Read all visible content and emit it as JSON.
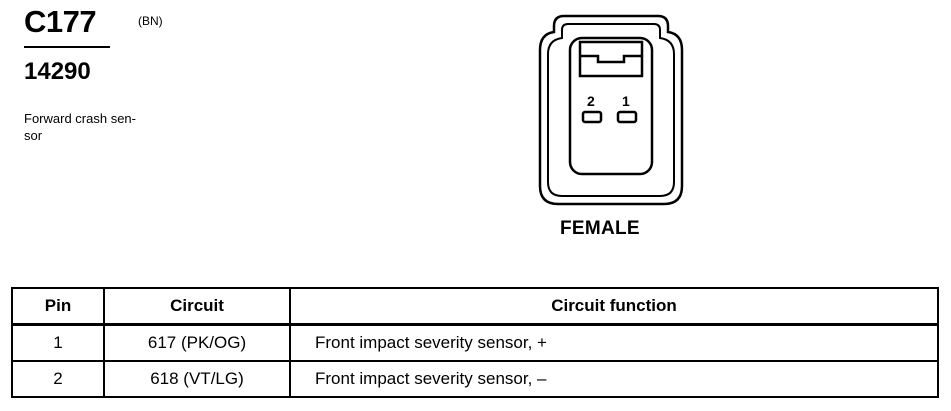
{
  "header": {
    "connector_id": "C177",
    "color_code": "(BN)",
    "part_number": "14290",
    "description": "Forward crash sen-\nsor"
  },
  "connector": {
    "gender": "FEMALE",
    "pins": [
      {
        "label": "2"
      },
      {
        "label": "1"
      }
    ]
  },
  "table": {
    "columns": [
      "Pin",
      "Circuit",
      "Circuit function"
    ],
    "rows": [
      {
        "pin": "1",
        "circuit": "617 (PK/OG)",
        "function": "Front impact severity sensor, +"
      },
      {
        "pin": "2",
        "circuit": "618 (VT/LG)",
        "function": "Front impact severity sensor, –"
      }
    ]
  }
}
